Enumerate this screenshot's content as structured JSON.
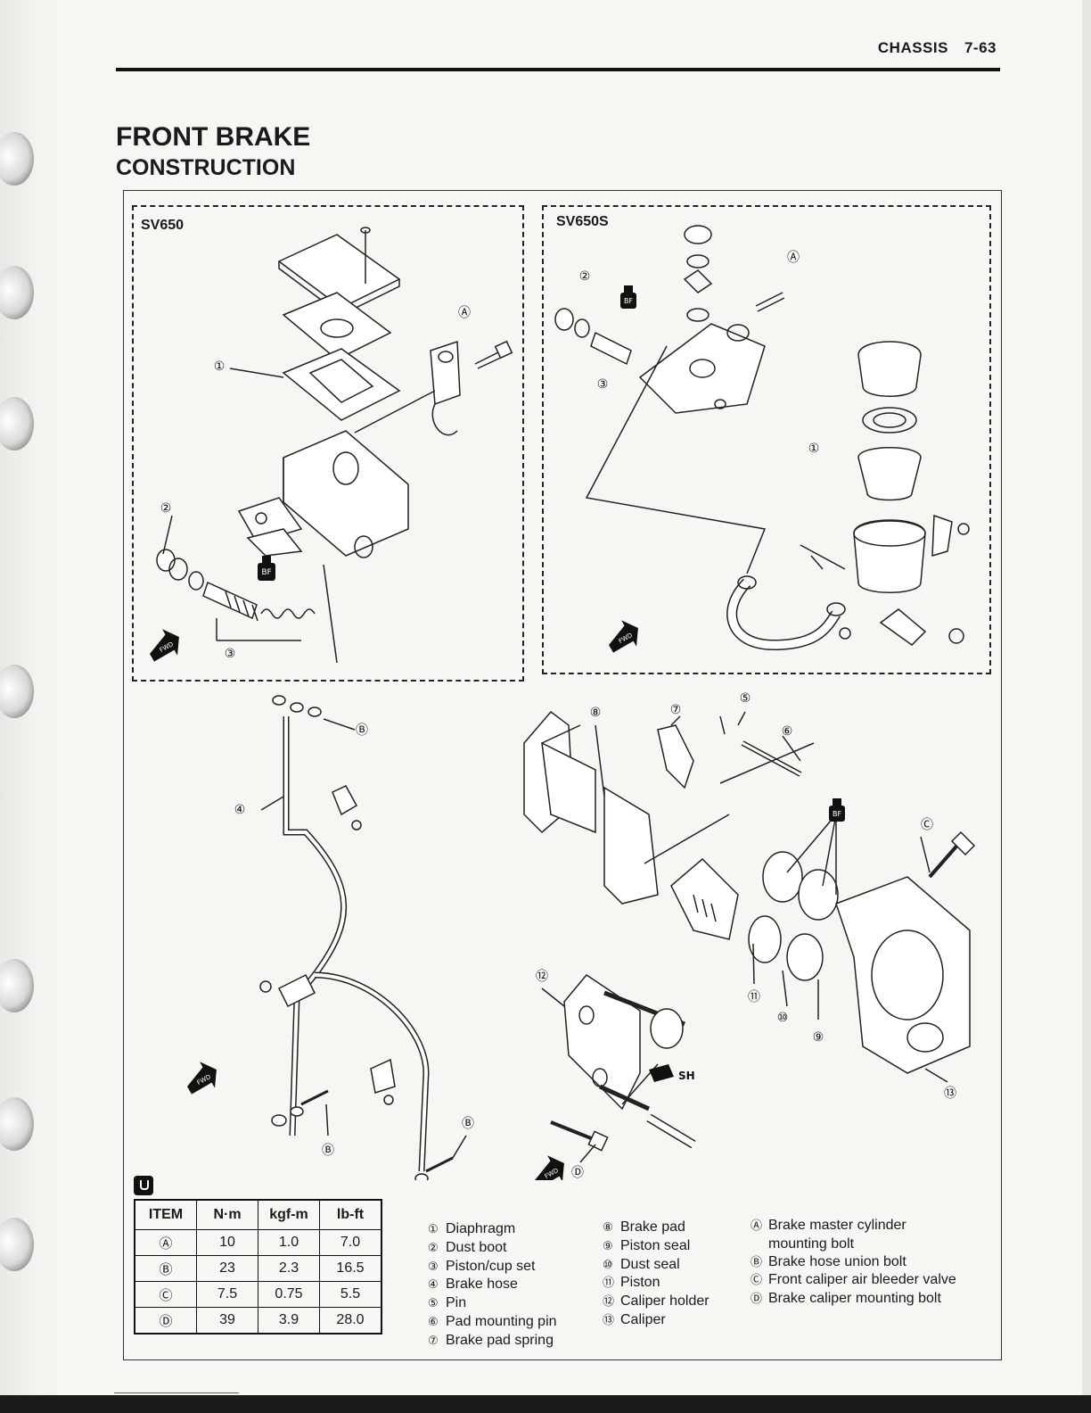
{
  "header": {
    "section": "CHASSIS",
    "page": "7-63"
  },
  "title": "FRONT BRAKE",
  "subtitle": "CONSTRUCTION",
  "models": {
    "left": "SV650",
    "right": "SV650S"
  },
  "icons": {
    "fwd": "FWD",
    "bf": "BF",
    "silicone_grease": "SH"
  },
  "callouts": [
    "①",
    "②",
    "③",
    "④",
    "⑤",
    "⑥",
    "⑦",
    "⑧",
    "⑨",
    "⑩",
    "⑪",
    "⑫",
    "⑬",
    "Ⓐ",
    "Ⓑ",
    "Ⓒ",
    "Ⓓ"
  ],
  "torque_table": {
    "headers": [
      "ITEM",
      "N·m",
      "kgf-m",
      "lb-ft"
    ],
    "rows": [
      {
        "item": "Ⓐ",
        "nm": "10",
        "kgfm": "1.0",
        "lbft": "7.0"
      },
      {
        "item": "Ⓑ",
        "nm": "23",
        "kgfm": "2.3",
        "lbft": "16.5"
      },
      {
        "item": "Ⓒ",
        "nm": "7.5",
        "kgfm": "0.75",
        "lbft": "5.5"
      },
      {
        "item": "Ⓓ",
        "nm": "39",
        "kgfm": "3.9",
        "lbft": "28.0"
      }
    ]
  },
  "legend_parts_1": [
    {
      "num": "①",
      "label": "Diaphragm"
    },
    {
      "num": "②",
      "label": "Dust boot"
    },
    {
      "num": "③",
      "label": "Piston/cup set"
    },
    {
      "num": "④",
      "label": "Brake hose"
    },
    {
      "num": "⑤",
      "label": "Pin"
    },
    {
      "num": "⑥",
      "label": "Pad mounting pin"
    },
    {
      "num": "⑦",
      "label": "Brake pad spring"
    }
  ],
  "legend_parts_2": [
    {
      "num": "⑧",
      "label": "Brake pad"
    },
    {
      "num": "⑨",
      "label": "Piston seal"
    },
    {
      "num": "⑩",
      "label": "Dust seal"
    },
    {
      "num": "⑪",
      "label": "Piston"
    },
    {
      "num": "⑫",
      "label": "Caliper holder"
    },
    {
      "num": "⑬",
      "label": "Caliper"
    }
  ],
  "legend_bolts": [
    {
      "num": "Ⓐ",
      "label": "Brake master cylinder"
    },
    {
      "num": "",
      "label": "mounting bolt"
    },
    {
      "num": "Ⓑ",
      "label": "Brake hose union bolt"
    },
    {
      "num": "Ⓒ",
      "label": "Front caliper air bleeder valve"
    },
    {
      "num": "Ⓓ",
      "label": "Brake caliper mounting bolt"
    }
  ]
}
